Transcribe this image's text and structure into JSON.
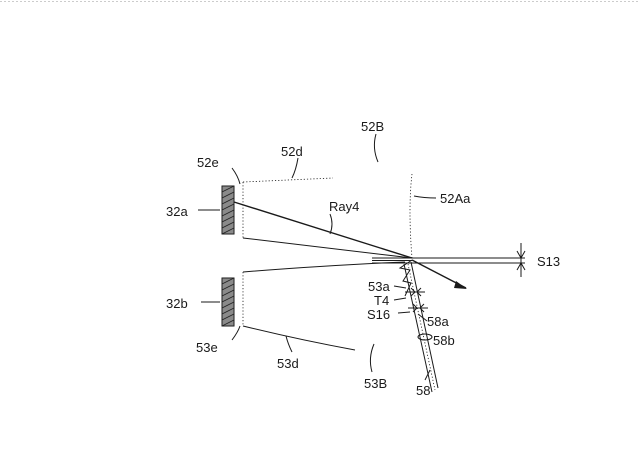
{
  "labels": {
    "l52B": "52B",
    "l52e": "52e",
    "l52d": "52d",
    "l32a": "32a",
    "ray4": "Ray4",
    "l52Aa": "52Aa",
    "s13": "S13",
    "l53a": "53a",
    "t4": "T4",
    "s16": "S16",
    "l58a": "58a",
    "l58b": "58b",
    "l32b": "32b",
    "l53e": "53e",
    "l53d": "53d",
    "l53B": "53B",
    "l58": "58"
  }
}
